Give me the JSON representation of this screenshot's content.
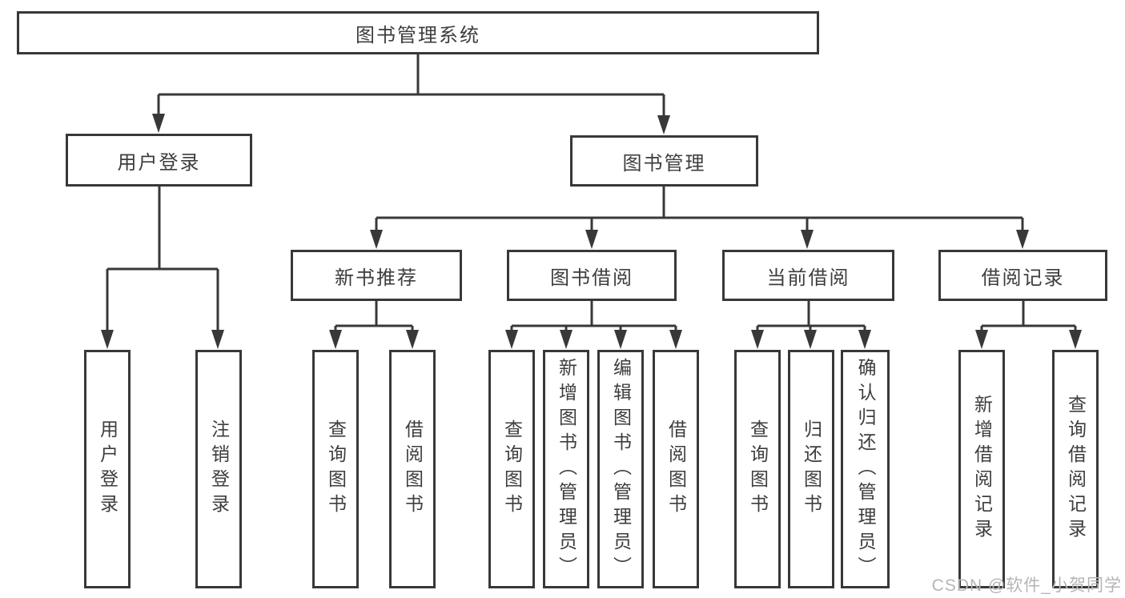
{
  "diagram": {
    "root": {
      "label": "图书管理系统"
    },
    "level2": {
      "user_login": {
        "label": "用户登录"
      },
      "book_management": {
        "label": "图书管理"
      }
    },
    "level3": {
      "new_book_recommend": {
        "label": "新书推荐"
      },
      "book_borrow": {
        "label": "图书借阅"
      },
      "current_borrow": {
        "label": "当前借阅"
      },
      "borrow_records": {
        "label": "借阅记录"
      }
    },
    "leaves": {
      "login": {
        "label": "用户登录"
      },
      "logout": {
        "label": "注销登录"
      },
      "nbr_query_books": {
        "label": "查询图书"
      },
      "nbr_borrow_books": {
        "label": "借阅图书"
      },
      "bb_query_books": {
        "label": "查询图书"
      },
      "bb_add_books": {
        "label": "新增图书（管理员）"
      },
      "bb_edit_books": {
        "label": "编辑图书（管理员）"
      },
      "bb_borrow_books": {
        "label": "借阅图书"
      },
      "cb_query_books": {
        "label": "查询图书"
      },
      "cb_return_books": {
        "label": "归还图书"
      },
      "cb_confirm_return": {
        "label": "确认归还（管理员）"
      }
    },
    "leaves2": {
      "br_add_record": {
        "label": "新增借阅记录"
      },
      "br_query_record": {
        "label": "查询借阅记录"
      }
    }
  },
  "watermark": {
    "text": "CSDN @软件_小贺同学"
  },
  "colors": {
    "line": "#383838",
    "box_border": "#383838",
    "text": "#3d3d3d",
    "background": "#ffffff",
    "watermark": "#b5b5b5"
  }
}
